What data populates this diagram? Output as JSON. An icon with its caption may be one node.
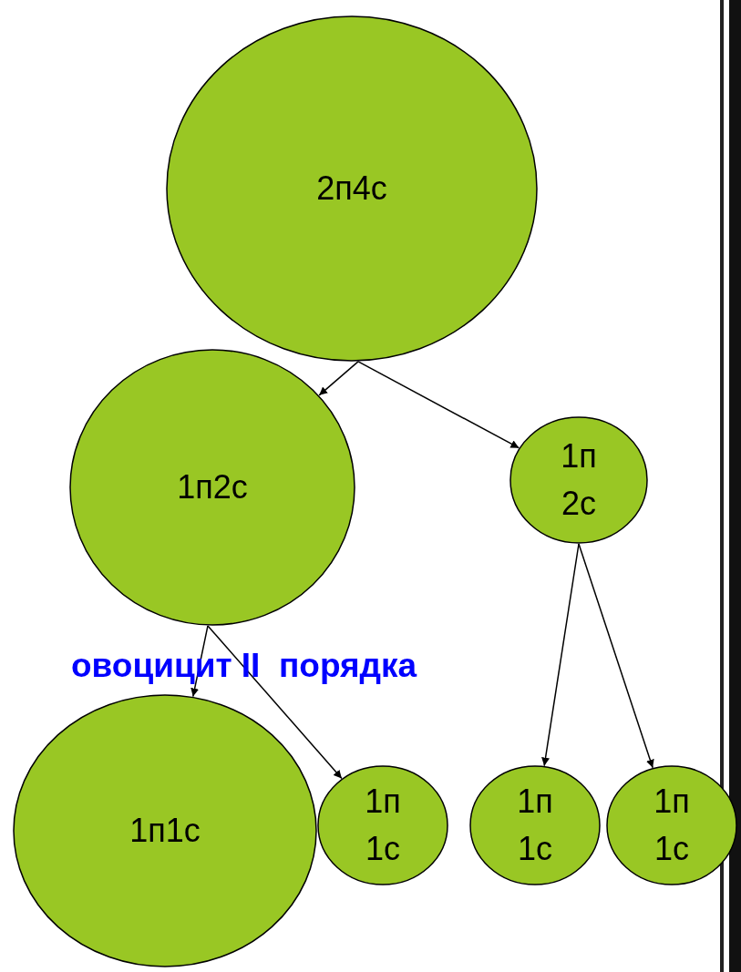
{
  "diagram": {
    "nodes": [
      {
        "text": [
          "2п4с"
        ]
      },
      {
        "text": [
          "1п2с"
        ]
      },
      {
        "text": [
          "1п 2с"
        ]
      },
      {
        "text": [
          "1п1с"
        ]
      },
      {
        "text": [
          "1п 1с"
        ]
      },
      {
        "text": [
          "1п 1с"
        ]
      },
      {
        "text": [
          "1п 1с"
        ]
      }
    ],
    "edges": [
      {
        "from": 0,
        "to": 1,
        "arrow": "to"
      },
      {
        "from": 0,
        "to": 2,
        "arrow": "to"
      },
      {
        "from": 1,
        "to": 3,
        "arrow": "to"
      },
      {
        "from": 1,
        "to": 4,
        "arrow": "to"
      },
      {
        "from": 2,
        "to": 5,
        "arrow": "to"
      },
      {
        "from": 2,
        "to": 6,
        "arrow": "to"
      }
    ],
    "labels": [
      "овоцицит II  порядка"
    ]
  }
}
